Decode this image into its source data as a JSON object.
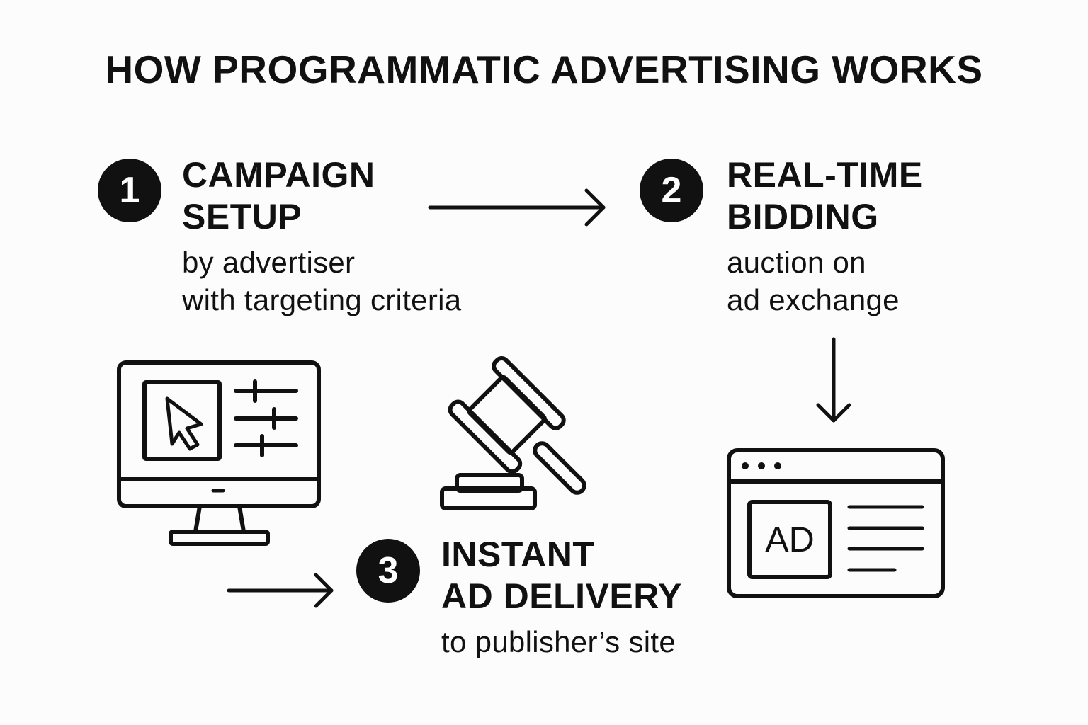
{
  "title": "HOW PROGRAMMATIC ADVERTISING WORKS",
  "steps": [
    {
      "number": "1",
      "title_lines": [
        "CAMPAIGN",
        "SETUP"
      ],
      "subtitle_lines": [
        "by advertiser",
        "with targeting  criteria"
      ]
    },
    {
      "number": "2",
      "title_lines": [
        "REAL-TIME",
        "BIDDING"
      ],
      "subtitle_lines": [
        "auction on",
        "ad exchange"
      ]
    },
    {
      "number": "3",
      "title_lines": [
        "INSTANT",
        "AD DELIVERY"
      ],
      "subtitle_lines": [
        "to publisher’s site"
      ]
    }
  ],
  "browser_ad_label": "AD",
  "icons": [
    "computer-monitor-icon",
    "cursor-icon",
    "sliders-icon",
    "gavel-icon",
    "browser-window-icon"
  ],
  "colors": {
    "ink": "#111111",
    "background": "#fcfcfc",
    "badge_text": "#ffffff"
  }
}
